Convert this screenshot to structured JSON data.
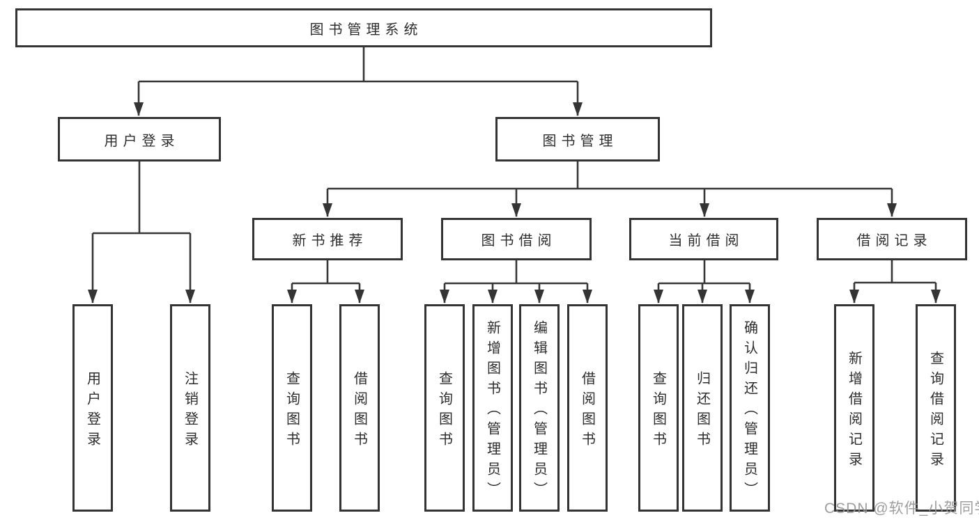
{
  "nodes": {
    "root": "图书管理系统",
    "level2": {
      "user_login": "用户登录",
      "book_mgmt": "图书管理"
    },
    "level3": {
      "new_books": "新书推荐",
      "book_borrow": "图书借阅",
      "current_borrow": "当前借阅",
      "borrow_records": "借阅记录"
    },
    "leaves": {
      "user_login": {
        "login": "用户登录",
        "logout": "注销登录"
      },
      "new_books": {
        "query": "查询图书",
        "borrow": "借阅图书"
      },
      "book_borrow": {
        "query": "查询图书",
        "add": "新增图书（管理员）",
        "edit": "编辑图书（管理员）",
        "borrow": "借阅图书"
      },
      "current_borrow": {
        "query": "查询图书",
        "return": "归还图书",
        "confirm": "确认归还（管理员）"
      },
      "borrow_records": {
        "add": "新增借阅记录",
        "query": "查询借阅记录"
      }
    }
  },
  "watermark": "CSDN @软件_小贺同学"
}
